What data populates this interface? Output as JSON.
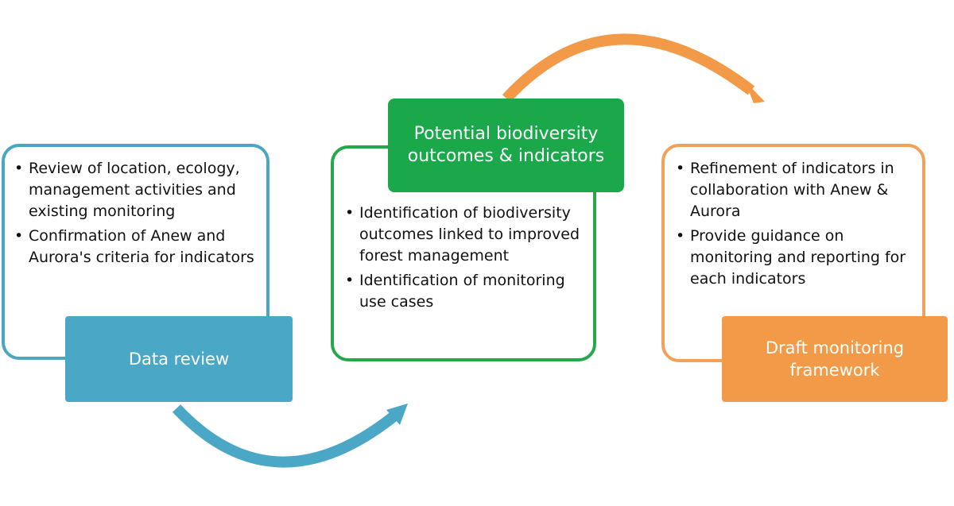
{
  "colors": {
    "blue": "#4aa8c6",
    "green": "#1aa84a",
    "orange": "#f29a47",
    "blue_border": "#4ba6c4",
    "green_border": "#26a84a",
    "orange_border": "#f0a25a"
  },
  "stages": [
    {
      "title": "Data review",
      "items": [
        "Review of location, ecology, management activities and existing monitoring",
        "Confirmation of Anew and Aurora's criteria for indicators"
      ]
    },
    {
      "title": "Potential biodiversity outcomes & indicators",
      "items": [
        "Identification of biodiversity outcomes linked to improved forest management",
        "Identification of monitoring use cases"
      ]
    },
    {
      "title": "Draft monitoring framework",
      "items": [
        "Refinement of indicators in collaboration with Anew & Aurora",
        "Provide guidance on monitoring and reporting for each indicators"
      ]
    }
  ],
  "connectors": [
    {
      "from": "Data review",
      "to": "Potential biodiversity outcomes & indicators",
      "icon": "curved-arrow-icon"
    },
    {
      "from": "Potential biodiversity outcomes & indicators",
      "to": "Draft monitoring framework",
      "icon": "curved-arrow-icon"
    }
  ]
}
